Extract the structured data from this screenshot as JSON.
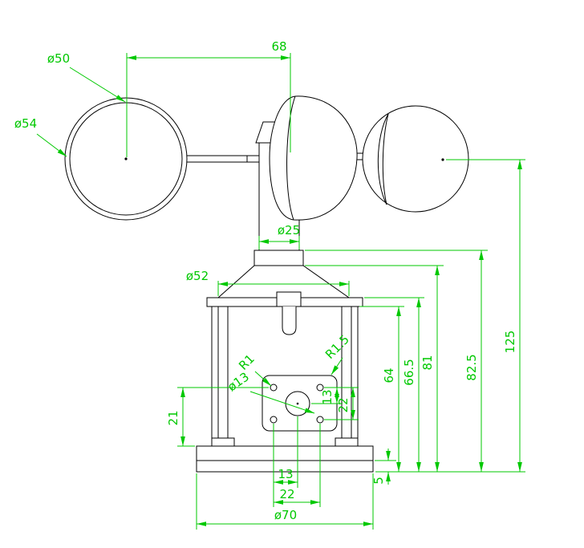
{
  "drawing": {
    "colors": {
      "geometry": "#000000",
      "dimension": "#00c800",
      "background": "#ffffff"
    },
    "dims": {
      "span_68": "68",
      "cup_inner_dia": "ø50",
      "cup_outer_dia": "ø54",
      "neck_dia": "ø25",
      "cone_dia": "ø52",
      "overall_height": "125",
      "height_cone_top": "82.5",
      "height_cone_base": "81",
      "housing_height": "66.5",
      "inner_height": "64",
      "plate_offset": "21",
      "holes_v_pitch": "13",
      "holes_v_span": "22",
      "holes_h_pitch": "13",
      "holes_h_span": "22",
      "base_lip": "5",
      "base_dia": "ø70",
      "fillet_small": "R1",
      "fillet_large": "R1.5",
      "center_hole_dia": "ø13"
    }
  }
}
